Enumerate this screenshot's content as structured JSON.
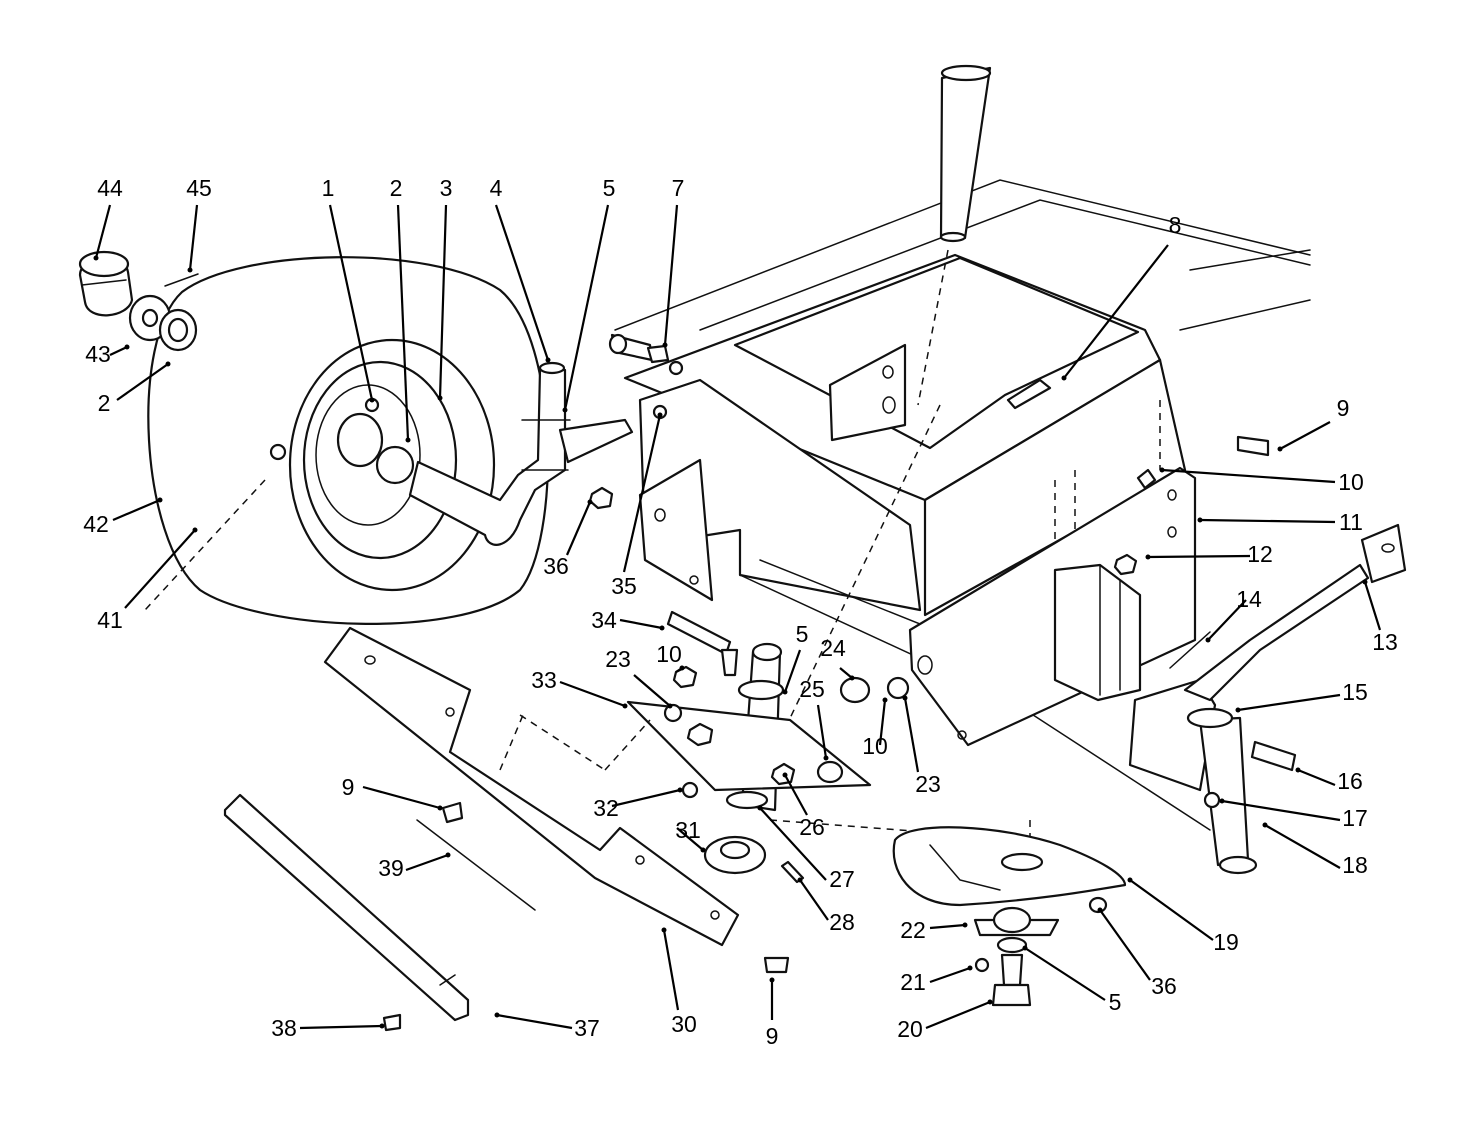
{
  "callouts": [
    {
      "text": "44"
    },
    {
      "text": "45"
    },
    {
      "text": "1"
    },
    {
      "text": "2"
    },
    {
      "text": "3"
    },
    {
      "text": "4"
    },
    {
      "text": "5"
    },
    {
      "text": "7"
    },
    {
      "text": "8"
    },
    {
      "text": "43"
    },
    {
      "text": "2"
    },
    {
      "text": "9"
    },
    {
      "text": "10"
    },
    {
      "text": "11"
    },
    {
      "text": "42"
    },
    {
      "text": "36"
    },
    {
      "text": "35"
    },
    {
      "text": "12"
    },
    {
      "text": "13"
    },
    {
      "text": "14"
    },
    {
      "text": "41"
    },
    {
      "text": "34"
    },
    {
      "text": "5"
    },
    {
      "text": "24"
    },
    {
      "text": "23"
    },
    {
      "text": "10"
    },
    {
      "text": "25"
    },
    {
      "text": "33"
    },
    {
      "text": "15"
    },
    {
      "text": "10"
    },
    {
      "text": "23"
    },
    {
      "text": "16"
    },
    {
      "text": "9"
    },
    {
      "text": "32"
    },
    {
      "text": "26"
    },
    {
      "text": "17"
    },
    {
      "text": "31"
    },
    {
      "text": "27"
    },
    {
      "text": "18"
    },
    {
      "text": "39"
    },
    {
      "text": "28"
    },
    {
      "text": "22"
    },
    {
      "text": "19"
    },
    {
      "text": "21"
    },
    {
      "text": "36"
    },
    {
      "text": "5"
    },
    {
      "text": "20"
    },
    {
      "text": "38"
    },
    {
      "text": "37"
    },
    {
      "text": "30"
    },
    {
      "text": "9"
    }
  ]
}
